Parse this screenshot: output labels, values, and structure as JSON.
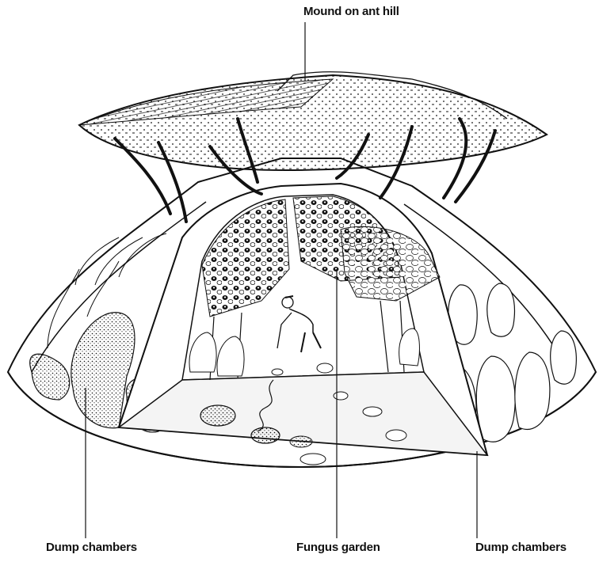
{
  "labels": {
    "mound": "Mound on ant hill",
    "dump_left": "Dump chambers",
    "fungus": "Fungus garden",
    "dump_right": "Dump chambers"
  },
  "colors": {
    "ink": "#111111",
    "paper": "#ffffff",
    "floor": "#f4f4f4"
  }
}
